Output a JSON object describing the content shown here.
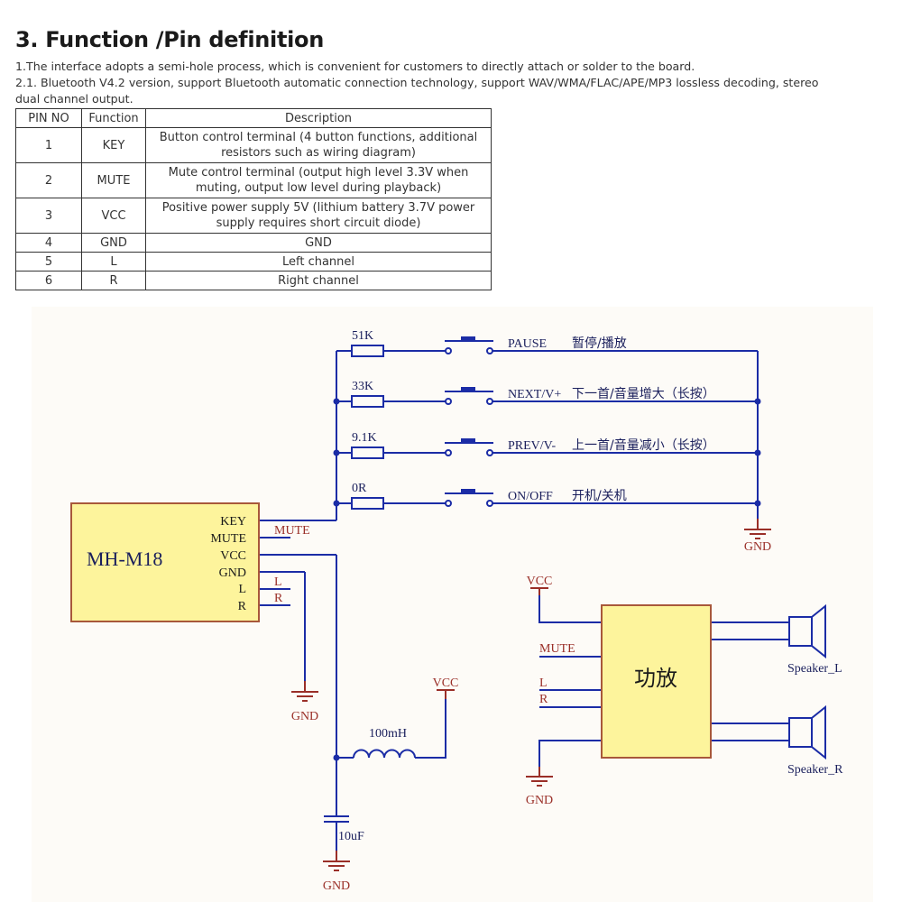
{
  "section": {
    "title": "3. Function /Pin definition",
    "paragraph_1": "1.The interface adopts a semi-hole process, which is convenient for customers to directly attach or solder to the board.",
    "paragraph_2a": "2.1. Bluetooth V4.2 version, support Bluetooth automatic connection technology, support WAV/WMA/FLAC/APE/MP3 lossless decoding, stereo",
    "paragraph_2b": "dual channel output."
  },
  "pin_table": {
    "headers": [
      "PIN NO",
      "Function",
      "Description"
    ],
    "rows": [
      {
        "pin": "1",
        "function": "KEY",
        "desc_1": "Button control terminal (4 button functions, additional",
        "desc_2": "resistors such as wiring diagram)"
      },
      {
        "pin": "2",
        "function": "MUTE",
        "desc_1": "Mute control terminal (output high level 3.3V when",
        "desc_2": "muting, output low level during playback)"
      },
      {
        "pin": "3",
        "function": "VCC",
        "desc_1": "Positive power supply 5V (lithium battery 3.7V power",
        "desc_2": "supply requires short circuit diode)"
      },
      {
        "pin": "4",
        "function": "GND",
        "desc_1": "GND"
      },
      {
        "pin": "5",
        "function": "L",
        "desc_1": "Left channel"
      },
      {
        "pin": "6",
        "function": "R",
        "desc_1": "Right channel"
      }
    ]
  },
  "schematic": {
    "colors": {
      "wire": "#1b2ca6",
      "net_label": "#9a2f28",
      "part_fill": "#fdf49c",
      "part_border": "#a8583a",
      "background": "#fdfbf7"
    },
    "buttons": [
      {
        "resistor": "51K",
        "label": "PAUSE",
        "cn": "暂停/播放"
      },
      {
        "resistor": "33K",
        "label": "NEXT/V+",
        "cn": "下一首/音量增大（长按）"
      },
      {
        "resistor": "9.1K",
        "label": "PREV/V-",
        "cn": "上一首/音量减小（长按）"
      },
      {
        "resistor": "0R",
        "label": "ON/OFF",
        "cn": "开机/关机"
      }
    ],
    "module": {
      "name": "MH-M18",
      "pins": [
        "KEY",
        "MUTE",
        "VCC",
        "GND",
        "L",
        "R"
      ]
    },
    "net_mute": "MUTE",
    "net_l": "L",
    "net_r": "R",
    "gnd": "GND",
    "vcc": "VCC",
    "inductor": "100mH",
    "capacitor": "10uF",
    "amplifier": {
      "name": "功放",
      "in_mute": "MUTE",
      "in_l": "L",
      "in_r": "R"
    },
    "speaker_l": "Speaker_L",
    "speaker_r": "Speaker_R"
  }
}
